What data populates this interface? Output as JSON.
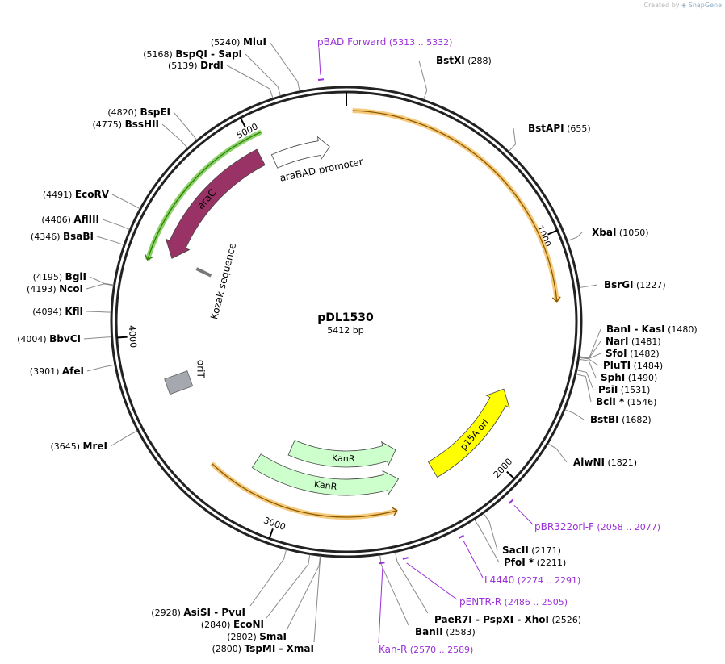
{
  "credit": {
    "created_by": "Created by",
    "brand": "SnapGene"
  },
  "plasmid": {
    "name": "pDL1530",
    "length_label": "5412 bp",
    "length_bp": 5412
  },
  "ticks": [
    {
      "bp": 1000,
      "label": "1000"
    },
    {
      "bp": 2000,
      "label": "2000"
    },
    {
      "bp": 3000,
      "label": "3000"
    },
    {
      "bp": 4000,
      "label": "4000"
    },
    {
      "bp": 5000,
      "label": "5000"
    }
  ],
  "features": [
    {
      "name": "",
      "type": "cds",
      "start": 25,
      "end": 1270,
      "strand": 1,
      "color": "#f7c97a",
      "stroke": "#8a5a00"
    },
    {
      "name": "p15A ori",
      "type": "rep_origin",
      "start": 1700,
      "end": 2250,
      "strand": -1,
      "color": "#ffff00"
    },
    {
      "name": "KanR",
      "type": "cds",
      "start": 2390,
      "end": 3060,
      "strand": -1,
      "color": "#ccffcc"
    },
    {
      "name": "KanR",
      "type": "cds",
      "start": 2430,
      "end": 3200,
      "strand": -1,
      "color": "#ccffcc"
    },
    {
      "name": "",
      "type": "cds",
      "start": 2480,
      "end": 3360,
      "strand": -1,
      "color": "#f7c97a",
      "stroke": "#8a5a00"
    },
    {
      "name": "oriT",
      "type": "oriT",
      "start": 3720,
      "end": 3800,
      "strand": 0,
      "color": "#a6a8b0"
    },
    {
      "name": "Kozak sequence",
      "type": "misc",
      "start": 4353,
      "end": 4363,
      "strand": 0,
      "color": "#999999"
    },
    {
      "name": "araC",
      "type": "cds",
      "start": 4360,
      "end": 5000,
      "strand": -1,
      "color": "#993366"
    },
    {
      "name": "",
      "type": "cds",
      "start": 4320,
      "end": 5050,
      "strand": -1,
      "color": "#8cd26a",
      "stroke": "#2f7d00"
    },
    {
      "name": "araBAD promoter",
      "type": "promoter",
      "start": 5050,
      "end": 5330,
      "strand": 1,
      "color": "#ffffff"
    }
  ],
  "enzymes_right": [
    {
      "parts": [
        {
          "name": "BstXI"
        }
      ],
      "pos": "(288)",
      "bp": 288
    },
    {
      "parts": [
        {
          "name": "BstAPI"
        }
      ],
      "pos": "(655)",
      "bp": 655
    },
    {
      "parts": [
        {
          "name": "XbaI"
        }
      ],
      "pos": "(1050)",
      "bp": 1050
    },
    {
      "parts": [
        {
          "name": "BsrGI"
        }
      ],
      "pos": "(1227)",
      "bp": 1227
    },
    {
      "parts": [
        {
          "name": "BanI"
        },
        {
          "name": "KasI"
        }
      ],
      "pos": "(1480)",
      "bp": 1480
    },
    {
      "parts": [
        {
          "name": "NarI"
        }
      ],
      "pos": "(1481)",
      "bp": 1481
    },
    {
      "parts": [
        {
          "name": "SfoI"
        }
      ],
      "pos": "(1482)",
      "bp": 1482
    },
    {
      "parts": [
        {
          "name": "PluTI"
        }
      ],
      "pos": "(1484)",
      "bp": 1484
    },
    {
      "parts": [
        {
          "name": "SphI"
        }
      ],
      "pos": "(1490)",
      "bp": 1490
    },
    {
      "parts": [
        {
          "name": "PsiI"
        }
      ],
      "pos": "(1531)",
      "bp": 1531
    },
    {
      "parts": [
        {
          "name": "BclI *"
        }
      ],
      "pos": "(1546)",
      "bp": 1546
    },
    {
      "parts": [
        {
          "name": "BstBI"
        }
      ],
      "pos": "(1682)",
      "bp": 1682
    },
    {
      "parts": [
        {
          "name": "AlwNI"
        }
      ],
      "pos": "(1821)",
      "bp": 1821
    },
    {
      "parts": [
        {
          "name": "SacII"
        }
      ],
      "pos": "(2171)",
      "bp": 2171
    },
    {
      "parts": [
        {
          "name": "PfoI *"
        }
      ],
      "pos": "(2211)",
      "bp": 2211
    }
  ],
  "enzymes_bottom": [
    {
      "parts": [
        {
          "name": "PaeR7I"
        },
        {
          "name": "PspXI"
        },
        {
          "name": "XhoI"
        }
      ],
      "pos": "(2526)",
      "bp": 2526
    },
    {
      "parts": [
        {
          "name": "BanII"
        }
      ],
      "pos": "(2583)",
      "bp": 2583
    },
    {
      "parts": [
        {
          "name": "AsiSI"
        },
        {
          "name": "PvuI"
        }
      ],
      "pos": "(2928)",
      "bp": 2928
    },
    {
      "parts": [
        {
          "name": "EcoNI"
        }
      ],
      "pos": "(2840)",
      "bp": 2840
    },
    {
      "parts": [
        {
          "name": "SmaI"
        }
      ],
      "pos": "(2802)",
      "bp": 2802
    },
    {
      "parts": [
        {
          "name": "TspMI"
        },
        {
          "name": "XmaI"
        }
      ],
      "pos": "(2800)",
      "bp": 2800
    }
  ],
  "enzymes_left": [
    {
      "parts": [
        {
          "name": "MreI"
        }
      ],
      "pos": "(3645)",
      "bp": 3645
    },
    {
      "parts": [
        {
          "name": "AfeI"
        }
      ],
      "pos": "(3901)",
      "bp": 3901
    },
    {
      "parts": [
        {
          "name": "BbvCI"
        }
      ],
      "pos": "(4004)",
      "bp": 4004
    },
    {
      "parts": [
        {
          "name": "KflI"
        }
      ],
      "pos": "(4094)",
      "bp": 4094
    },
    {
      "parts": [
        {
          "name": "NcoI"
        }
      ],
      "pos": "(4193)",
      "bp": 4193
    },
    {
      "parts": [
        {
          "name": "BglI"
        }
      ],
      "pos": "(4195)",
      "bp": 4195
    },
    {
      "parts": [
        {
          "name": "BsaBI"
        }
      ],
      "pos": "(4346)",
      "bp": 4346
    },
    {
      "parts": [
        {
          "name": "AflIII"
        }
      ],
      "pos": "(4406)",
      "bp": 4406
    },
    {
      "parts": [
        {
          "name": "EcoRV"
        }
      ],
      "pos": "(4491)",
      "bp": 4491
    },
    {
      "parts": [
        {
          "name": "BssHII"
        }
      ],
      "pos": "(4775)",
      "bp": 4775
    },
    {
      "parts": [
        {
          "name": "BspEI"
        }
      ],
      "pos": "(4820)",
      "bp": 4820
    },
    {
      "parts": [
        {
          "name": "DrdI"
        }
      ],
      "pos": "(5139)",
      "bp": 5139
    },
    {
      "parts": [
        {
          "name": "BspQI"
        },
        {
          "name": "SapI"
        }
      ],
      "pos": "(5168)",
      "bp": 5168
    },
    {
      "parts": [
        {
          "name": "MluI"
        }
      ],
      "pos": "(5240)",
      "bp": 5240
    }
  ],
  "primers": [
    {
      "name": "pBAD Forward",
      "range": "(5313 .. 5332)",
      "bp": 5322
    },
    {
      "name": "pBR322ori-F",
      "range": "(2058 .. 2077)",
      "bp": 2068
    },
    {
      "name": "L4440",
      "range": "(2274 .. 2291)",
      "bp": 2283
    },
    {
      "name": "pENTR-R",
      "range": "(2486 .. 2505)",
      "bp": 2495
    },
    {
      "name": "Kan-R",
      "range": "(2570 .. 2589)",
      "bp": 2580
    }
  ]
}
